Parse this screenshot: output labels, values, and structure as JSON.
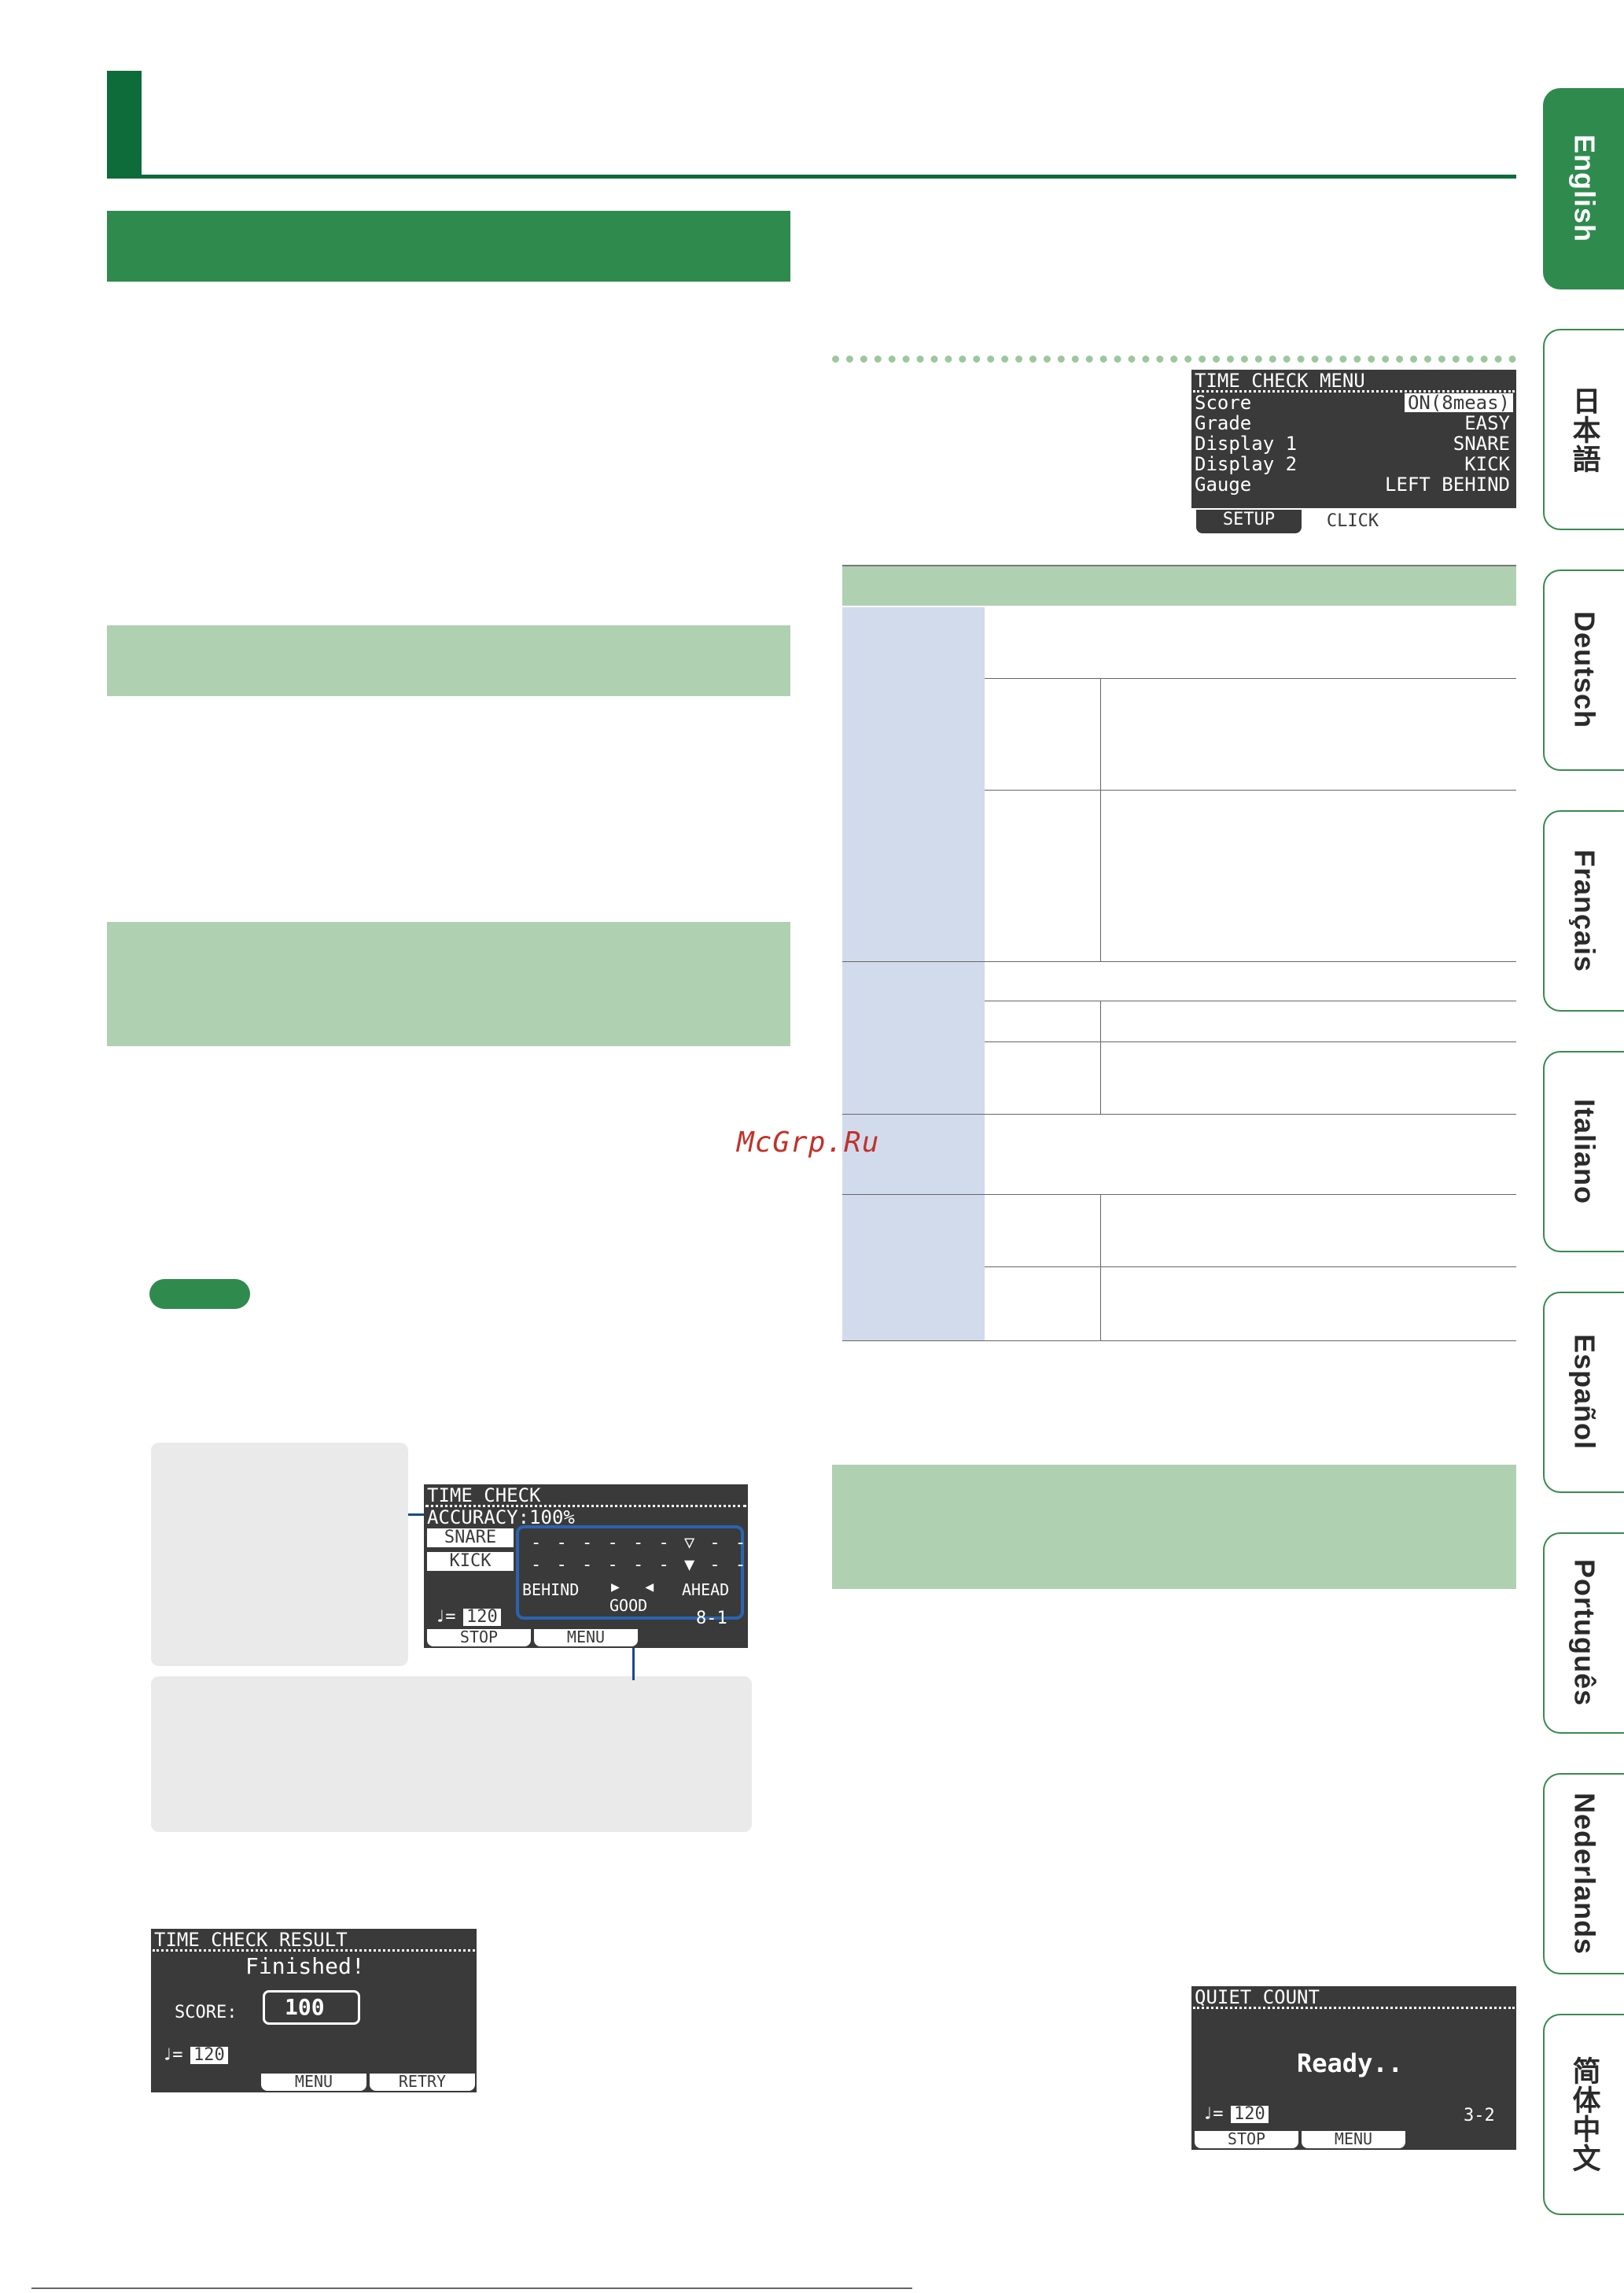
{
  "watermark": "McGrp.Ru",
  "tabs": [
    {
      "label": "English",
      "active": true
    },
    {
      "label": "日本語",
      "active": false
    },
    {
      "label": "Deutsch",
      "active": false
    },
    {
      "label": "Français",
      "active": false
    },
    {
      "label": "Italiano",
      "active": false
    },
    {
      "label": "Español",
      "active": false
    },
    {
      "label": "Português",
      "active": false
    },
    {
      "label": "Nederlands",
      "active": false
    },
    {
      "label": "简体中文",
      "active": false
    }
  ],
  "time_check_menu_screen": {
    "title": "TIME CHECK MENU",
    "rows": [
      {
        "label": "Score",
        "value": "ON(8meas)"
      },
      {
        "label": "Grade",
        "value": "EASY"
      },
      {
        "label": "Display 1",
        "value": "SNARE"
      },
      {
        "label": "Display 2",
        "value": "KICK"
      },
      {
        "label": "Gauge",
        "value": "LEFT BEHIND"
      }
    ],
    "tabs": [
      "SETUP",
      "CLICK"
    ]
  },
  "time_check_screen": {
    "title": "TIME CHECK",
    "accuracy": "ACCURACY:100%",
    "display1": "SNARE",
    "display2": "KICK",
    "behind": "BEHIND",
    "ahead": "AHEAD",
    "good": "GOOD",
    "tempo_prefix": "♩=",
    "tempo": "120",
    "measure": "8-1",
    "fkeys": [
      "STOP",
      "MENU"
    ]
  },
  "result_screen": {
    "title": "TIME CHECK RESULT",
    "message": "Finished!",
    "score_label": "SCORE:",
    "score": "100",
    "tempo_prefix": "♩=",
    "tempo": "120",
    "fkeys": [
      "MENU",
      "RETRY"
    ]
  },
  "quiet_count_screen": {
    "title": "QUIET COUNT",
    "message": "Ready..",
    "tempo_prefix": "♩=",
    "tempo": "120",
    "measure": "3-2",
    "fkeys": [
      "STOP",
      "MENU"
    ]
  }
}
